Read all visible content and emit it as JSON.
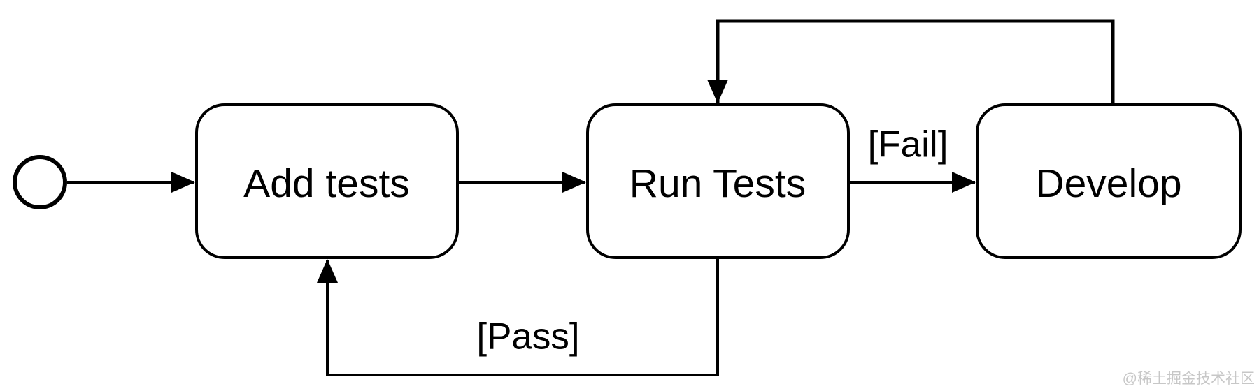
{
  "diagram": {
    "kind": "uml-state-diagram",
    "background_color": "#ffffff",
    "stroke_color": "#000000",
    "watermark": "@稀土掘金技术社区",
    "watermark_color": "#c7c7c7",
    "nodes": [
      {
        "id": "initial",
        "type": "initial-state",
        "label": ""
      },
      {
        "id": "add-tests",
        "type": "state",
        "label": "Add tests"
      },
      {
        "id": "run-tests",
        "type": "state",
        "label": "Run Tests"
      },
      {
        "id": "develop",
        "type": "state",
        "label": "Develop"
      }
    ],
    "edges": [
      {
        "from": "initial",
        "to": "add-tests",
        "label": ""
      },
      {
        "from": "add-tests",
        "to": "run-tests",
        "label": ""
      },
      {
        "from": "run-tests",
        "to": "develop",
        "label": "[Fail]"
      },
      {
        "from": "develop",
        "to": "run-tests",
        "label": ""
      },
      {
        "from": "run-tests",
        "to": "add-tests",
        "label": "[Pass]"
      }
    ]
  }
}
